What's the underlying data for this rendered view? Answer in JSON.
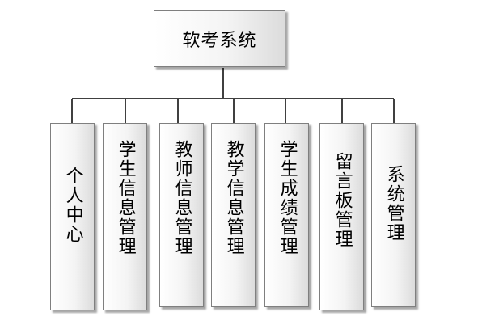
{
  "root": {
    "label": "软考系统"
  },
  "modules": [
    {
      "label": "个人中心"
    },
    {
      "label": "学生信息管理"
    },
    {
      "label": "教师信息管理"
    },
    {
      "label": "教学信息管理"
    },
    {
      "label": "学生成绩管理"
    },
    {
      "label": "留言板管理"
    },
    {
      "label": "系统管理"
    }
  ],
  "colors": {
    "border": "#7f7f7f",
    "connector": "#404040",
    "box_fill_light": "#ffffff",
    "box_fill_dark": "#dcdcdc"
  }
}
